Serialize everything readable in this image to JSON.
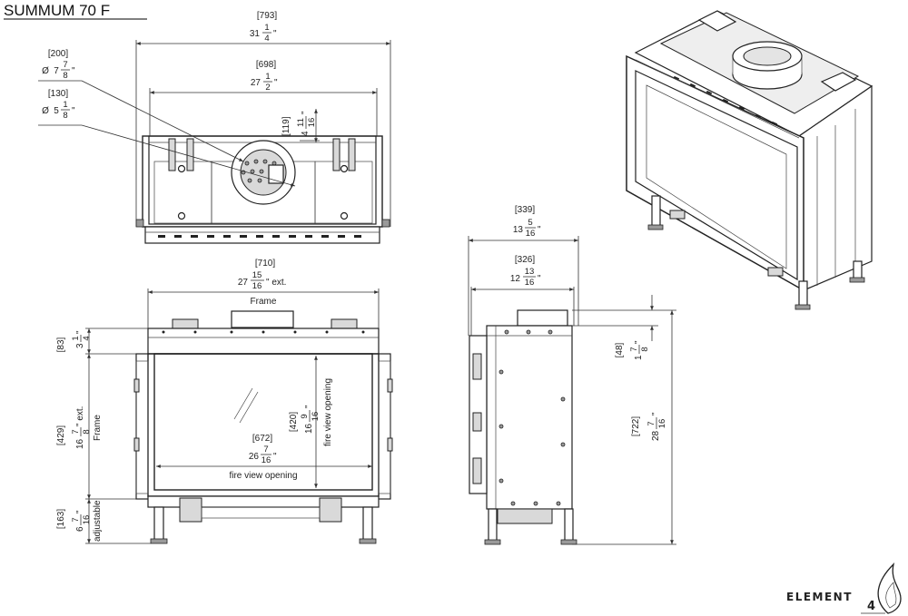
{
  "title": "SUMMUM 70 F",
  "brand": {
    "name": "ELEMENT",
    "sub": "4"
  },
  "top_view": {
    "overall_width": {
      "mm": "[793]",
      "whole": "31",
      "num": "1",
      "den": "4",
      "unit": "\""
    },
    "inner_width": {
      "mm": "[698]",
      "whole": "27",
      "num": "1",
      "den": "2",
      "unit": "\""
    },
    "flue_outer": {
      "mm": "[200]",
      "sym": "Ø",
      "whole": "7",
      "num": "7",
      "den": "8",
      "unit": "\""
    },
    "flue_inner": {
      "mm": "[130]",
      "sym": "Ø",
      "whole": "5",
      "num": "1",
      "den": "8",
      "unit": "\""
    },
    "flue_offset": {
      "mm": "[119]",
      "whole": "4",
      "num": "11",
      "den": "16",
      "unit": "\""
    }
  },
  "front_view": {
    "frame_width": {
      "mm": "[710]",
      "whole": "27",
      "num": "15",
      "den": "16",
      "unit": "\" ext.",
      "label": "Frame"
    },
    "fire_width": {
      "mm": "[672]",
      "whole": "26",
      "num": "7",
      "den": "16",
      "unit": "\"",
      "label": "fire view opening"
    },
    "fire_height": {
      "mm": "[420]",
      "whole": "16",
      "num": "9",
      "den": "16",
      "unit": "\"",
      "label": "fire view opening"
    },
    "top_band": {
      "mm": "[83]",
      "whole": "3",
      "num": "1",
      "den": "4",
      "unit": "\""
    },
    "frame_height": {
      "mm": "[429]",
      "whole": "16",
      "num": "7",
      "den": "8",
      "unit": "\" ext.",
      "label": "Frame"
    },
    "legs": {
      "mm": "[163]",
      "whole": "6",
      "num": "7",
      "den": "16",
      "unit": "\"",
      "label": "adjustable"
    }
  },
  "side_view": {
    "overall_depth": {
      "mm": "[339]",
      "whole": "13",
      "num": "5",
      "den": "16",
      "unit": "\""
    },
    "body_depth": {
      "mm": "[326]",
      "whole": "12",
      "num": "13",
      "den": "16",
      "unit": "\""
    },
    "collar_height": {
      "mm": "[48]",
      "whole": "1",
      "num": "7",
      "den": "8",
      "unit": "\""
    },
    "overall_height": {
      "mm": "[722]",
      "whole": "28",
      "num": "7",
      "den": "16",
      "unit": "\""
    }
  }
}
